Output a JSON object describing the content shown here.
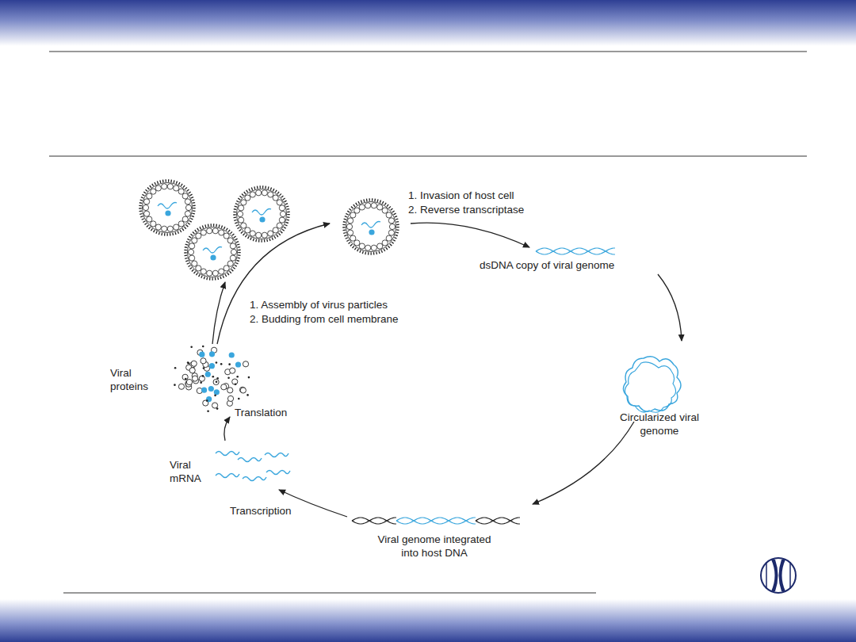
{
  "diagram": {
    "labels": [
      "1. Invasion of host cell",
      "2. Reverse transcriptase",
      "dsDNA copy of viral genome",
      "Circularized viral genome",
      "Viral genome integrated into host DNA",
      "Transcription",
      "Viral mRNA",
      "Translation",
      "Viral proteins",
      "1. Assembly of virus particles",
      "2. Budding from cell membrane"
    ]
  }
}
